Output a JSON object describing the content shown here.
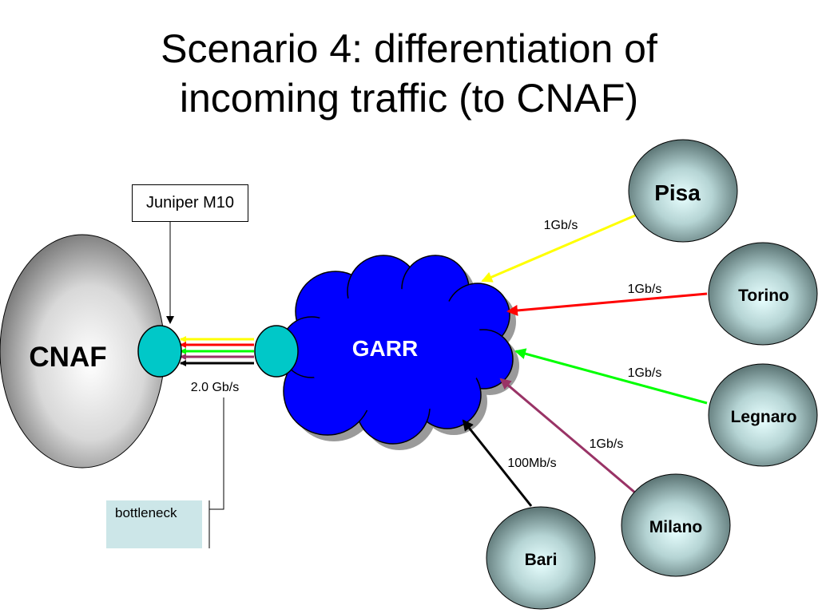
{
  "title": {
    "line1": "Scenario 4: differentiation of",
    "line2": "incoming traffic (to CNAF)"
  },
  "nodes": {
    "cnaf": "CNAF",
    "garr": "GARR",
    "pisa": "Pisa",
    "torino": "Torino",
    "legnaro": "Legnaro",
    "milano": "Milano",
    "bari": "Bari"
  },
  "router_label": "Juniper M10",
  "bottleneck_label": "bottleneck",
  "links": {
    "cnaf_garr": "2.0 Gb/s",
    "pisa": "1Gb/s",
    "torino": "1Gb/s",
    "legnaro": "1Gb/s",
    "milano": "1Gb/s",
    "bari": "100Mb/s"
  },
  "colors": {
    "pisa_link": "#ffff00",
    "torino_link": "#ff0000",
    "legnaro_link": "#00ff00",
    "milano_link": "#993366",
    "bari_link": "#000000",
    "cloud": "#0000ff",
    "router": "#00c8c8",
    "bottleneck_box": "#cce6e8"
  }
}
